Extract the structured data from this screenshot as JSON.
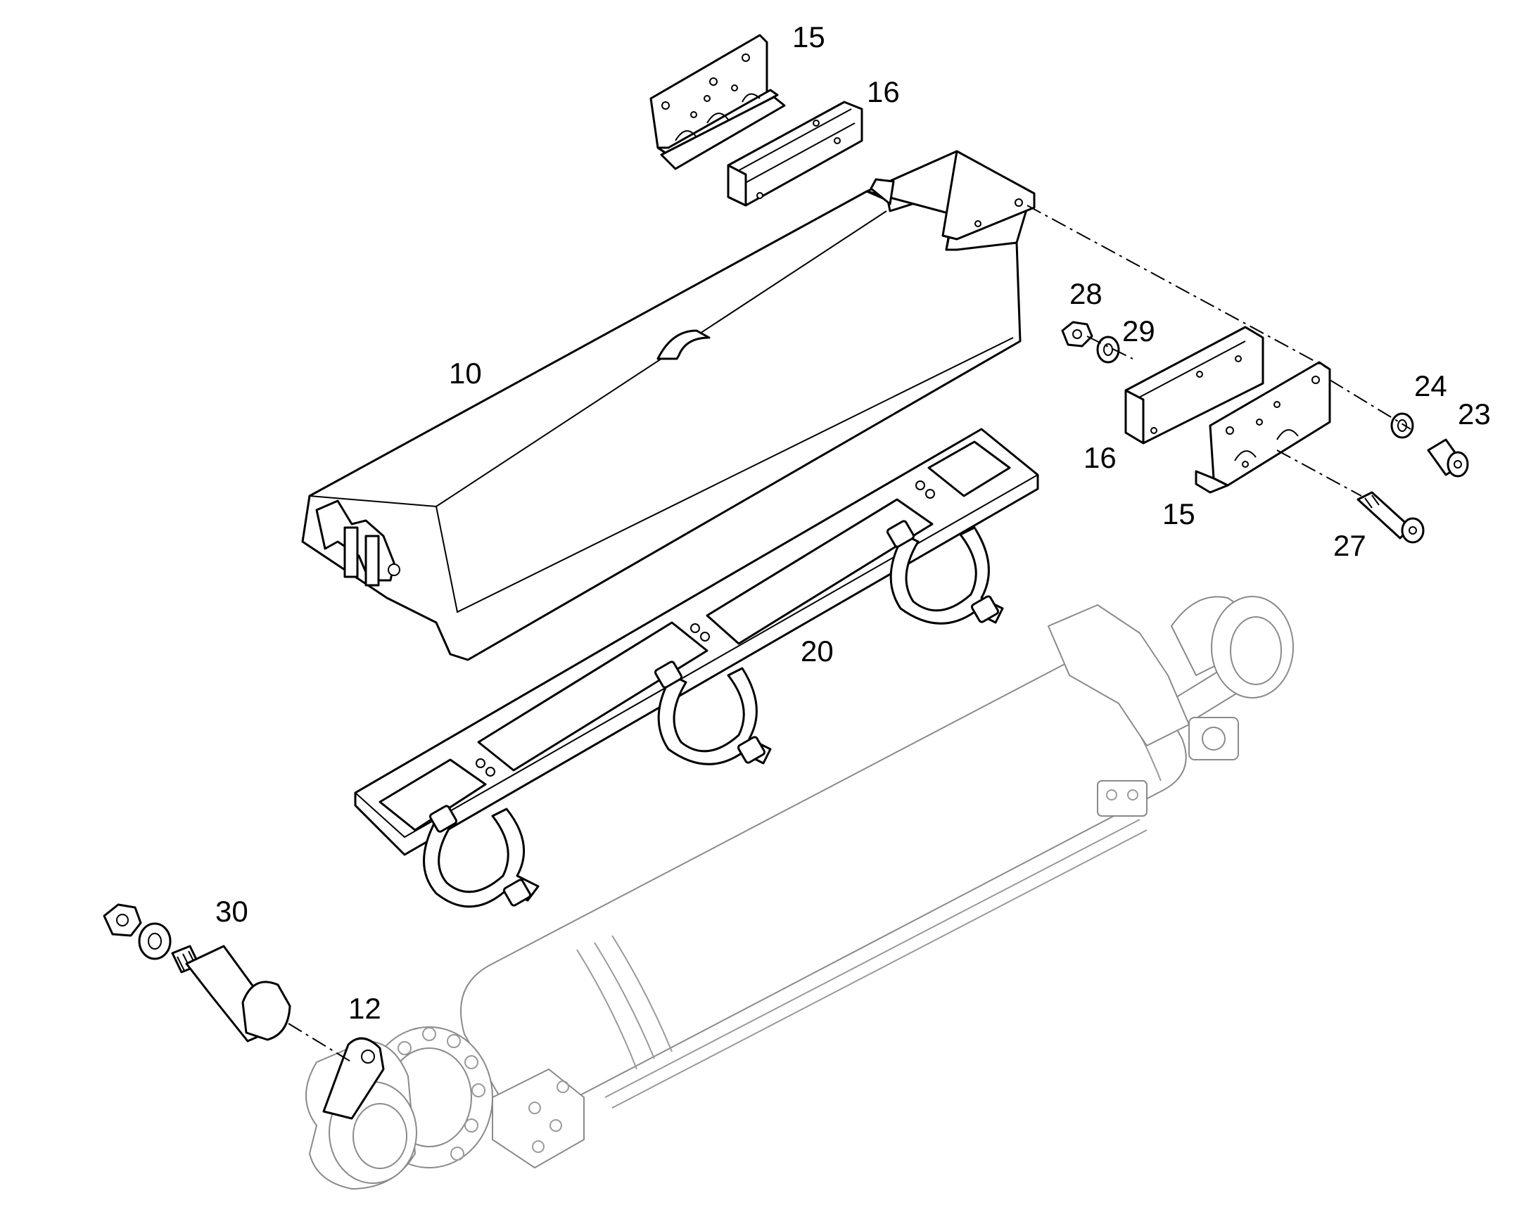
{
  "diagram": {
    "callouts": [
      {
        "id": "c15a",
        "text": "15"
      },
      {
        "id": "c16a",
        "text": "16"
      },
      {
        "id": "c10",
        "text": "10"
      },
      {
        "id": "c28",
        "text": "28"
      },
      {
        "id": "c29",
        "text": "29"
      },
      {
        "id": "c24",
        "text": "24"
      },
      {
        "id": "c23",
        "text": "23"
      },
      {
        "id": "c16b",
        "text": "16"
      },
      {
        "id": "c15b",
        "text": "15"
      },
      {
        "id": "c27",
        "text": "27"
      },
      {
        "id": "c20",
        "text": "20"
      },
      {
        "id": "c30",
        "text": "30"
      },
      {
        "id": "c12",
        "text": "12"
      }
    ]
  }
}
